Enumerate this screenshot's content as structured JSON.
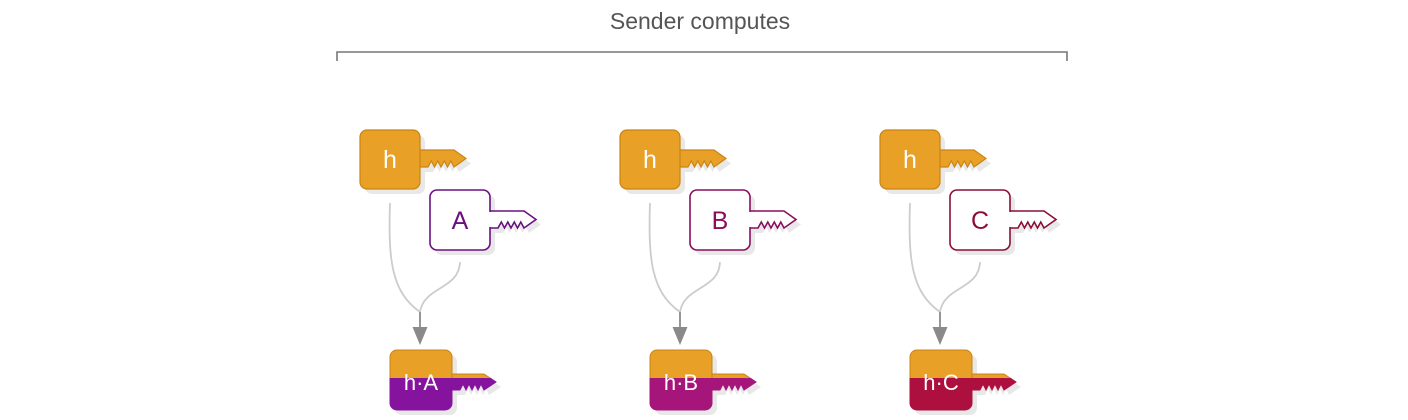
{
  "title": "Sender computes",
  "colors": {
    "sender": "#E8A027",
    "sender_dark": "#C98412",
    "shadow": "#E8E8E8",
    "connector": "#CCCCCC",
    "arrow": "#8A8A8A",
    "bracket": "#777777"
  },
  "groups": [
    {
      "shared_key": "h",
      "recipient_key": "A",
      "recipient_color": "#6B1080",
      "result_key": "h·A",
      "result_bottom_color": "#86139E"
    },
    {
      "shared_key": "h",
      "recipient_key": "B",
      "recipient_color": "#8B0E5E",
      "result_key": "h·B",
      "result_bottom_color": "#A6157A"
    },
    {
      "shared_key": "h",
      "recipient_key": "C",
      "recipient_color": "#8B0E3A",
      "result_key": "h·C",
      "result_bottom_color": "#AD0F3F"
    }
  ]
}
